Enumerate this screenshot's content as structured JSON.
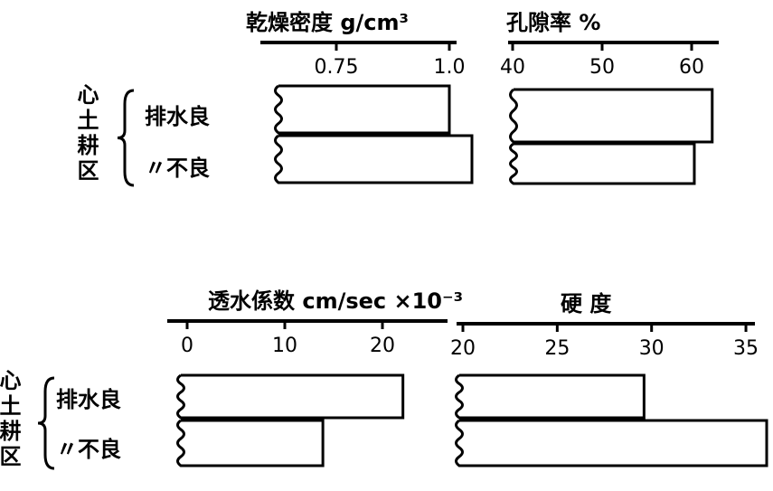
{
  "group_label": "心土耕区",
  "row_labels": [
    "排水良",
    "〃不良"
  ],
  "chart_data": [
    {
      "type": "bar",
      "orientation": "horizontal",
      "title": "乾燥密度 g/cm³",
      "categories": [
        "排水良",
        "〃不良"
      ],
      "values": [
        1.0,
        1.05
      ],
      "ticks": [
        {
          "value": 0.75,
          "label": "0.75"
        },
        {
          "value": 1.0,
          "label": "1.0"
        }
      ],
      "xlim": [
        0.58,
        1.01
      ],
      "axis_break": true
    },
    {
      "type": "bar",
      "orientation": "horizontal",
      "title": "孔隙率 %",
      "categories": [
        "排水良",
        "〃不良"
      ],
      "values": [
        62.3,
        60.3
      ],
      "ticks": [
        {
          "value": 40,
          "label": "40"
        },
        {
          "value": 50,
          "label": "50"
        },
        {
          "value": 60,
          "label": "60"
        }
      ],
      "xlim": [
        39.5,
        63
      ],
      "axis_break": true
    },
    {
      "type": "bar",
      "orientation": "horizontal",
      "title": "透水係数 cm/sec ×10⁻³",
      "categories": [
        "排水良",
        "〃不良"
      ],
      "values": [
        22.1,
        13.9
      ],
      "ticks": [
        {
          "value": 0,
          "label": "0"
        },
        {
          "value": 10,
          "label": "10"
        },
        {
          "value": 20,
          "label": "20"
        }
      ],
      "xlim": [
        -2,
        26.7
      ],
      "axis_break": true
    },
    {
      "type": "bar",
      "orientation": "horizontal",
      "title": "硬 度",
      "categories": [
        "排水良",
        "〃不良"
      ],
      "values": [
        29.6,
        36.1
      ],
      "ticks": [
        {
          "value": 20,
          "label": "20"
        },
        {
          "value": 25,
          "label": "25"
        },
        {
          "value": 30,
          "label": "30"
        },
        {
          "value": 35,
          "label": "35"
        }
      ],
      "xlim": [
        19.7,
        35.5
      ],
      "axis_break": true
    }
  ]
}
